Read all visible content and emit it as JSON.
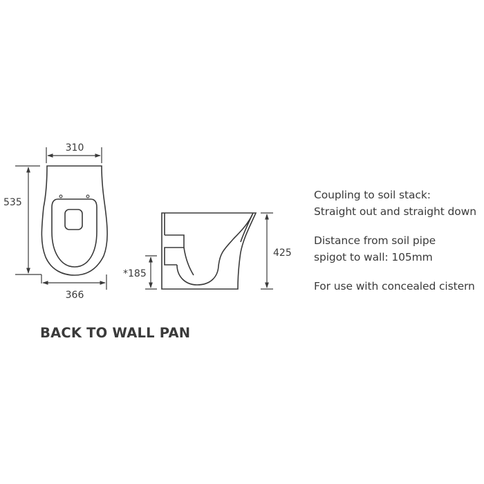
{
  "title": "BACK TO WALL PAN",
  "colors": {
    "line": "#3a3a3a",
    "text": "#3a3a3a",
    "background": "#ffffff"
  },
  "top_view": {
    "dimensions": {
      "top_width": "310",
      "length": "535",
      "bottom_width": "366"
    }
  },
  "side_view": {
    "dimensions": {
      "outlet_height": "*185",
      "height": "425"
    }
  },
  "specs": [
    {
      "lines": [
        "Coupling to soil stack:",
        "Straight out and straight down"
      ]
    },
    {
      "lines": [
        "Distance from soil pipe",
        "spigot to wall: 105mm"
      ]
    },
    {
      "lines": [
        "For use with concealed cistern"
      ]
    }
  ]
}
